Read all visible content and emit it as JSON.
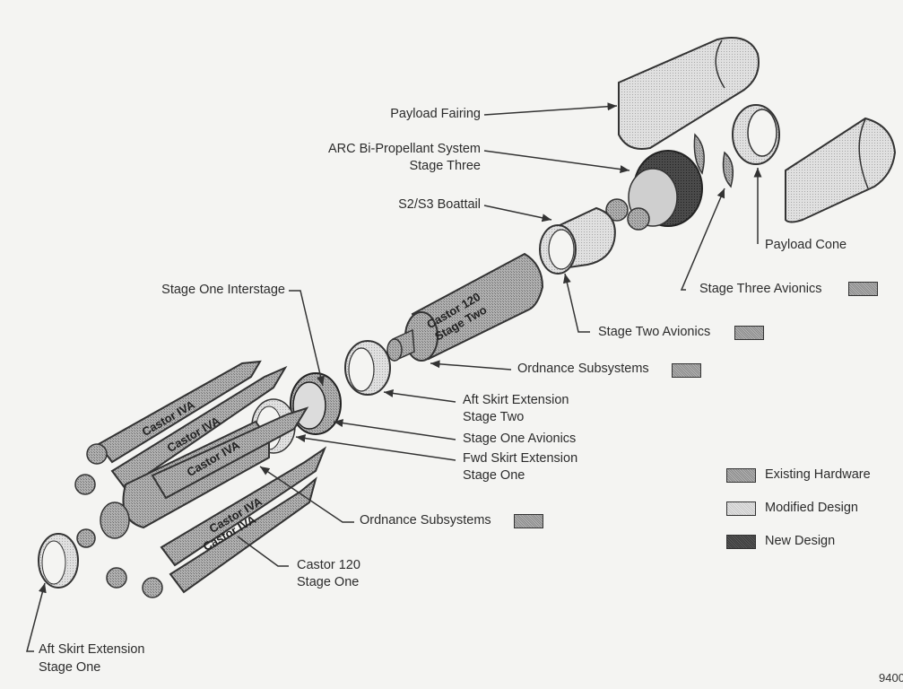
{
  "labels": {
    "payload_fairing": "Payload Fairing",
    "arc_line1": "ARC Bi-Propellant System",
    "arc_line2": "Stage Three",
    "boattail": "S2/S3 Boattail",
    "payload_cone": "Payload Cone",
    "stage_three_avionics": "Stage Three Avionics",
    "stage_one_interstage": "Stage One Interstage",
    "stage_two_avionics": "Stage Two Avionics",
    "ordnance_upper": "Ordnance Subsystems",
    "aft_skirt_s2_line1": "Aft Skirt Extension",
    "aft_skirt_s2_line2": "Stage Two",
    "stage_one_avionics": "Stage One Avionics",
    "fwd_skirt_line1": "Fwd Skirt Extension",
    "fwd_skirt_line2": "Stage One",
    "ordnance_lower": "Ordnance Subsystems",
    "castor120_s1_line1": "Castor 120",
    "castor120_s1_line2": "Stage One",
    "aft_skirt_s1_line1": "Aft Skirt Extension",
    "aft_skirt_s1_line2": "Stage One"
  },
  "body_text": {
    "castor120_s2_line1": "Castor 120",
    "castor120_s2_line2": "Stage Two",
    "castor_iva": "Castor IVA"
  },
  "legend": {
    "items": [
      {
        "label": "Existing Hardware",
        "color": "#9e9e9e"
      },
      {
        "label": "Modified Design",
        "color": "#d6d6d6"
      },
      {
        "label": "New Design",
        "color": "#4a4a4a"
      }
    ]
  },
  "figure_number": "9400"
}
